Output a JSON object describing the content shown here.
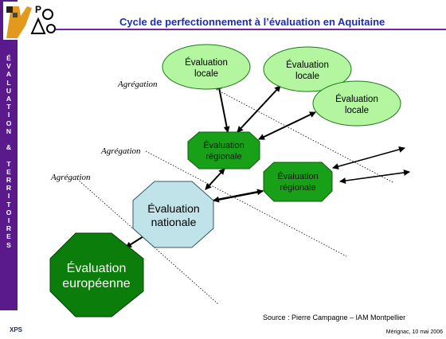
{
  "title": "Cycle de perfectionnement à l’évaluation en Aquitaine",
  "sidebar_text": "ÉVALUATION & TERRITOIRES",
  "nodes": {
    "locale_1": [
      "Évaluation",
      "locale"
    ],
    "locale_2": [
      "Évaluation",
      "locale"
    ],
    "locale_3": [
      "Évaluation",
      "locale"
    ],
    "regionale_1": [
      "Évaluation",
      "régionale"
    ],
    "regionale_2": [
      "Évaluation",
      "régionale"
    ],
    "nationale": [
      "Évaluation",
      "nationale"
    ],
    "europeenne": [
      "Évaluation",
      "européenne"
    ]
  },
  "aggregation_labels": [
    "Agrégation",
    "Agrégation",
    "Agrégation"
  ],
  "source": "Source : Pierre Campagne – IAM Montpellier",
  "date": "Mérignac, 10 mai 2006",
  "footer_logo": "XPS",
  "colors": {
    "sidebar": "#5a1a8c",
    "title": "#1d2eb4",
    "locale_fill": "#b4f5a0",
    "regionale_fill": "#19a019",
    "nationale_fill": "#bfe3e8",
    "europeenne_fill": "#0a7d0a"
  }
}
